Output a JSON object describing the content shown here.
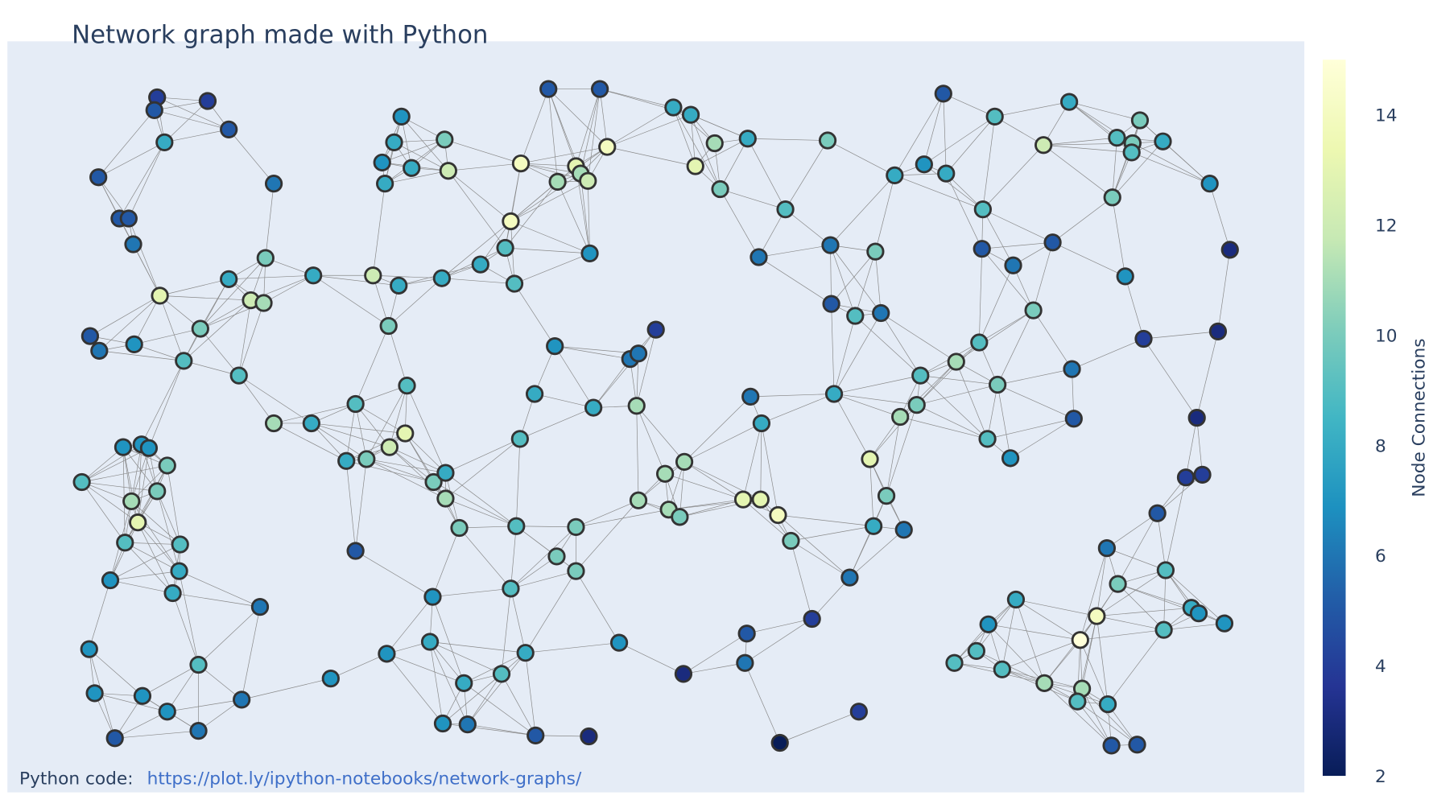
{
  "chart_data": {
    "type": "network",
    "title": "Network graph made with Python",
    "annotation": {
      "label": "Python code:",
      "link_text": "https://plot.ly/ipython-notebooks/network-graphs/"
    },
    "xlim": [
      0.8,
      142.0
    ],
    "ylim": [
      1.7,
      83.5
    ],
    "grid": false,
    "plot_bgcolor": "#e5ecf6",
    "edge_color": "#888888",
    "node_border_color": "#333333",
    "edge_rule": {
      "type": "radius",
      "radius": 10.5
    },
    "colorbar": {
      "title": "Node Connections",
      "cmin": 2,
      "cmax": 15,
      "ticks": [
        2,
        4,
        6,
        8,
        10,
        12,
        14
      ],
      "tick_labels": [
        "2",
        "4",
        "6",
        "8",
        "10",
        "12",
        "14"
      ],
      "colorscale": [
        "#081d58",
        "#253494",
        "#225ea8",
        "#1d91c0",
        "#41b6c4",
        "#7fcdbb",
        "#c7e9b4",
        "#edf8b1",
        "#ffffd9"
      ]
    },
    "node_fields": [
      "x",
      "y",
      "connections"
    ],
    "nodes": [
      [
        17.1,
        77.4,
        4
      ],
      [
        16.8,
        76.0,
        5
      ],
      [
        22.6,
        77.0,
        4
      ],
      [
        24.9,
        73.9,
        5
      ],
      [
        17.9,
        72.5,
        8
      ],
      [
        10.7,
        68.7,
        5
      ],
      [
        29.8,
        68.0,
        6
      ],
      [
        13.0,
        64.2,
        5
      ],
      [
        14.0,
        64.2,
        5
      ],
      [
        14.5,
        61.4,
        6
      ],
      [
        17.4,
        55.8,
        13
      ],
      [
        24.9,
        57.6,
        8
      ],
      [
        28.9,
        59.9,
        10
      ],
      [
        27.3,
        55.3,
        12
      ],
      [
        28.7,
        55.0,
        11
      ],
      [
        34.1,
        58.0,
        8
      ],
      [
        40.6,
        58.0,
        12
      ],
      [
        43.4,
        56.9,
        8
      ],
      [
        48.1,
        57.7,
        8
      ],
      [
        52.3,
        59.2,
        8
      ],
      [
        55.0,
        61.0,
        9
      ],
      [
        56.0,
        57.1,
        9
      ],
      [
        21.8,
        52.2,
        10
      ],
      [
        20.0,
        48.7,
        9
      ],
      [
        26.0,
        47.1,
        9
      ],
      [
        14.6,
        50.5,
        7
      ],
      [
        9.8,
        51.4,
        5
      ],
      [
        10.8,
        49.8,
        6
      ],
      [
        42.3,
        52.5,
        10
      ],
      [
        43.7,
        75.3,
        7
      ],
      [
        42.9,
        72.5,
        8
      ],
      [
        41.6,
        70.3,
        7
      ],
      [
        44.8,
        69.7,
        8
      ],
      [
        41.9,
        68.0,
        8
      ],
      [
        48.4,
        72.8,
        10
      ],
      [
        48.8,
        69.4,
        12
      ],
      [
        56.7,
        70.2,
        14
      ],
      [
        60.7,
        68.2,
        11
      ],
      [
        62.7,
        69.9,
        13
      ],
      [
        63.2,
        69.1,
        11
      ],
      [
        64.0,
        68.3,
        12
      ],
      [
        66.1,
        72.0,
        14
      ],
      [
        59.7,
        78.3,
        5
      ],
      [
        65.3,
        78.3,
        5
      ],
      [
        73.3,
        76.3,
        8
      ],
      [
        75.2,
        75.5,
        8
      ],
      [
        77.8,
        72.4,
        11
      ],
      [
        75.7,
        69.9,
        13
      ],
      [
        78.4,
        67.4,
        10
      ],
      [
        81.4,
        72.9,
        8
      ],
      [
        85.5,
        65.2,
        9
      ],
      [
        90.1,
        72.7,
        10
      ],
      [
        82.6,
        60.0,
        6
      ],
      [
        55.6,
        63.9,
        14
      ],
      [
        64.2,
        60.4,
        7
      ],
      [
        102.7,
        77.8,
        5
      ],
      [
        108.3,
        75.3,
        9
      ],
      [
        116.4,
        76.9,
        8
      ],
      [
        124.1,
        74.9,
        10
      ],
      [
        121.6,
        73.0,
        9
      ],
      [
        123.3,
        72.4,
        10
      ],
      [
        123.2,
        71.4,
        9
      ],
      [
        126.6,
        72.6,
        8
      ],
      [
        113.6,
        72.2,
        12
      ],
      [
        100.6,
        70.1,
        7
      ],
      [
        103.0,
        69.1,
        8
      ],
      [
        97.4,
        68.9,
        8
      ],
      [
        107.0,
        65.2,
        9
      ],
      [
        121.1,
        66.5,
        10
      ],
      [
        131.7,
        68.0,
        7
      ],
      [
        106.9,
        60.9,
        5
      ],
      [
        114.6,
        61.6,
        5
      ],
      [
        110.3,
        59.1,
        6
      ],
      [
        122.5,
        57.9,
        7
      ],
      [
        133.9,
        60.8,
        3
      ],
      [
        90.4,
        61.3,
        6
      ],
      [
        95.3,
        60.6,
        10
      ],
      [
        90.5,
        54.9,
        5
      ],
      [
        93.1,
        53.6,
        9
      ],
      [
        95.9,
        53.9,
        6
      ],
      [
        112.5,
        54.2,
        10
      ],
      [
        106.6,
        50.7,
        9
      ],
      [
        124.5,
        51.1,
        4
      ],
      [
        132.6,
        51.9,
        3
      ],
      [
        104.1,
        48.6,
        11
      ],
      [
        100.2,
        47.1,
        9
      ],
      [
        108.6,
        46.1,
        10
      ],
      [
        116.7,
        47.8,
        6
      ],
      [
        99.8,
        43.9,
        10
      ],
      [
        98.0,
        42.6,
        11
      ],
      [
        116.9,
        42.4,
        5
      ],
      [
        107.5,
        40.2,
        9
      ],
      [
        110.0,
        38.1,
        7
      ],
      [
        130.3,
        42.5,
        3
      ],
      [
        90.8,
        45.1,
        8
      ],
      [
        81.7,
        44.8,
        6
      ],
      [
        82.9,
        41.9,
        8
      ],
      [
        71.4,
        52.1,
        4
      ],
      [
        60.4,
        50.3,
        7
      ],
      [
        68.6,
        48.9,
        6
      ],
      [
        69.5,
        49.5,
        6
      ],
      [
        58.2,
        45.1,
        8
      ],
      [
        64.6,
        43.6,
        8
      ],
      [
        69.3,
        43.8,
        11
      ],
      [
        44.3,
        46.0,
        9
      ],
      [
        38.7,
        44.0,
        9
      ],
      [
        44.1,
        40.8,
        13
      ],
      [
        29.8,
        41.9,
        11
      ],
      [
        33.9,
        41.9,
        8
      ],
      [
        42.4,
        39.3,
        12
      ],
      [
        56.6,
        40.2,
        9
      ],
      [
        37.7,
        37.8,
        8
      ],
      [
        39.9,
        38.0,
        10
      ],
      [
        47.2,
        35.5,
        10
      ],
      [
        48.5,
        36.5,
        8
      ],
      [
        48.5,
        33.7,
        11
      ],
      [
        74.5,
        37.7,
        11
      ],
      [
        72.4,
        36.4,
        11
      ],
      [
        69.5,
        33.5,
        11
      ],
      [
        72.8,
        32.5,
        11
      ],
      [
        74.0,
        31.7,
        10
      ],
      [
        80.9,
        33.6,
        13
      ],
      [
        82.8,
        33.6,
        13
      ],
      [
        84.7,
        31.9,
        14
      ],
      [
        94.7,
        38.0,
        13
      ],
      [
        96.5,
        34.0,
        10
      ],
      [
        86.1,
        29.1,
        10
      ],
      [
        95.1,
        30.7,
        8
      ],
      [
        98.4,
        30.3,
        6
      ],
      [
        13.4,
        39.3,
        7
      ],
      [
        15.4,
        39.6,
        7
      ],
      [
        16.2,
        39.2,
        7
      ],
      [
        18.2,
        37.3,
        10
      ],
      [
        8.9,
        35.5,
        9
      ],
      [
        14.3,
        33.4,
        11
      ],
      [
        17.1,
        34.5,
        10
      ],
      [
        15.0,
        31.1,
        13
      ],
      [
        13.6,
        28.9,
        9
      ],
      [
        19.6,
        28.7,
        9
      ],
      [
        19.5,
        25.8,
        8
      ],
      [
        12.0,
        24.8,
        7
      ],
      [
        18.8,
        23.4,
        8
      ],
      [
        28.3,
        21.9,
        6
      ],
      [
        38.7,
        28.0,
        5
      ],
      [
        50.0,
        30.5,
        10
      ],
      [
        56.2,
        30.7,
        9
      ],
      [
        62.7,
        30.6,
        10
      ],
      [
        60.6,
        27.4,
        10
      ],
      [
        62.7,
        25.8,
        10
      ],
      [
        55.6,
        23.9,
        9
      ],
      [
        47.1,
        23.0,
        7
      ],
      [
        46.8,
        18.1,
        8
      ],
      [
        42.1,
        16.8,
        7
      ],
      [
        57.2,
        16.9,
        8
      ],
      [
        50.5,
        13.6,
        8
      ],
      [
        54.6,
        14.6,
        9
      ],
      [
        48.2,
        9.2,
        7
      ],
      [
        50.9,
        9.1,
        6
      ],
      [
        58.3,
        7.9,
        5
      ],
      [
        64.1,
        7.8,
        3
      ],
      [
        67.4,
        18.0,
        7
      ],
      [
        36.0,
        14.1,
        7
      ],
      [
        92.5,
        25.1,
        6
      ],
      [
        88.4,
        20.6,
        4
      ],
      [
        81.3,
        19.0,
        5
      ],
      [
        81.1,
        15.8,
        6
      ],
      [
        74.4,
        14.6,
        3
      ],
      [
        93.5,
        10.5,
        4
      ],
      [
        84.9,
        7.1,
        2
      ],
      [
        9.7,
        17.3,
        7
      ],
      [
        21.6,
        15.6,
        9
      ],
      [
        10.3,
        12.5,
        7
      ],
      [
        15.5,
        12.2,
        7
      ],
      [
        18.2,
        10.5,
        7
      ],
      [
        26.3,
        11.8,
        6
      ],
      [
        12.5,
        7.6,
        5
      ],
      [
        21.6,
        8.4,
        6
      ],
      [
        126.0,
        32.1,
        5
      ],
      [
        129.1,
        36.0,
        4
      ],
      [
        130.9,
        36.3,
        4
      ],
      [
        120.5,
        28.3,
        6
      ],
      [
        126.9,
        25.9,
        9
      ],
      [
        121.7,
        24.4,
        10
      ],
      [
        110.6,
        22.7,
        8
      ],
      [
        119.4,
        20.9,
        14
      ],
      [
        129.7,
        21.8,
        8
      ],
      [
        130.5,
        21.2,
        7
      ],
      [
        133.3,
        20.1,
        7
      ],
      [
        126.7,
        19.4,
        9
      ],
      [
        107.6,
        20.0,
        7
      ],
      [
        117.6,
        18.3,
        15
      ],
      [
        106.3,
        17.1,
        9
      ],
      [
        103.9,
        15.8,
        9
      ],
      [
        109.1,
        15.1,
        9
      ],
      [
        113.7,
        13.6,
        11
      ],
      [
        117.8,
        13.0,
        11
      ],
      [
        117.3,
        11.6,
        9
      ],
      [
        120.6,
        11.3,
        8
      ],
      [
        121.0,
        6.8,
        5
      ],
      [
        123.8,
        6.9,
        5
      ]
    ]
  }
}
